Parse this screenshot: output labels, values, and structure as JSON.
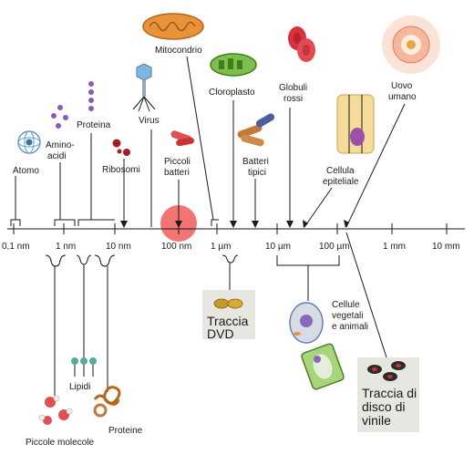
{
  "scale": {
    "ticks": [
      "0,1 nm",
      "1 nm",
      "10 nm",
      "100 nm",
      "1 µm",
      "10 µm",
      "100 µm",
      "1 mm",
      "10 mm"
    ]
  },
  "labels_above": {
    "atomo": "Atomo",
    "aminoacidi_1": "Amino-",
    "aminoacidi_2": "acidi",
    "proteina": "Proteina",
    "ribosomi": "Ribosomi",
    "virus": "Virus",
    "piccoli_batteri_1": "Piccoli",
    "piccoli_batteri_2": "batteri",
    "mitocondrio": "Mitocondrio",
    "cloroplasto": "Cloroplasto",
    "globuli_rossi_1": "Globuli",
    "globuli_rossi_2": "rossi",
    "batteri_tipici_1": "Batteri",
    "batteri_tipici_2": "tipici",
    "cellula_epiteliale_1": "Cellula",
    "cellula_epiteliale_2": "epiteliale",
    "uovo_umano_1": "Uovo",
    "uovo_umano_2": "umano"
  },
  "labels_below": {
    "traccia_dvd_1": "Traccia",
    "traccia_dvd_2": "DVD",
    "cellule_1": "Cellule",
    "cellule_2": "vegetali",
    "cellule_3": "e animali",
    "lipidi": "Lipidi",
    "piccole_molecole": "Piccole molecole",
    "proteine": "Proteine",
    "vinile_1": "Traccia di",
    "vinile_2": "disco di",
    "vinile_3": "vinile"
  },
  "colors": {
    "highlight": "#f25a5a",
    "red": "#d9323c",
    "green": "#6cae3c",
    "orange": "#e8923a",
    "purple": "#8a5ab8",
    "gold": "#c79a25"
  }
}
